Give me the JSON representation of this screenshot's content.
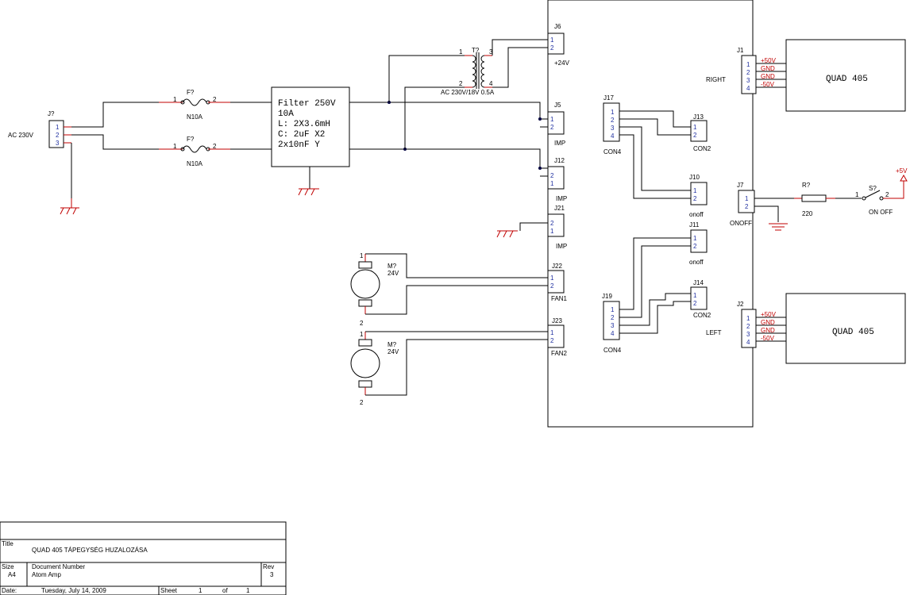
{
  "ac_input": {
    "label": "AC 230V",
    "connector": "J?",
    "pins": [
      "1",
      "2",
      "3"
    ]
  },
  "fuses": [
    {
      "ref": "F?",
      "value": "N10A",
      "pin1": "1",
      "pin2": "2"
    },
    {
      "ref": "F?",
      "value": "N10A",
      "pin1": "1",
      "pin2": "2"
    }
  ],
  "filter": {
    "lines": [
      "Filter 250V",
      "10A",
      "L: 2X3.6mH",
      "C: 2uF X2",
      "2x10nF Y"
    ]
  },
  "transformer": {
    "ref": "T?",
    "value": "AC 230V/18V 0.5A",
    "pins": [
      "1",
      "2",
      "3",
      "4"
    ]
  },
  "connectors": {
    "j6": {
      "ref": "J6",
      "value": "+24V",
      "pins": [
        "1",
        "2"
      ]
    },
    "j5": {
      "ref": "J5",
      "value": "IMP",
      "pins": [
        "1",
        "2"
      ]
    },
    "j12": {
      "ref": "J12",
      "value": "IMP",
      "pins": [
        "2",
        "1"
      ]
    },
    "j21": {
      "ref": "J21",
      "value": "IMP",
      "pins": [
        "2",
        "1"
      ]
    },
    "j22": {
      "ref": "J22",
      "value": "FAN1",
      "pins": [
        "1",
        "2"
      ]
    },
    "j23": {
      "ref": "J23",
      "value": "FAN2",
      "pins": [
        "1",
        "2"
      ]
    },
    "j17": {
      "ref": "J17",
      "value": "CON4",
      "pins": [
        "1",
        "2",
        "3",
        "4"
      ]
    },
    "j13": {
      "ref": "J13",
      "value": "CON2",
      "pins": [
        "1",
        "2"
      ]
    },
    "j10": {
      "ref": "J10",
      "value": "onoff",
      "pins": [
        "1",
        "2"
      ]
    },
    "j11": {
      "ref": "J11",
      "value": "onoff",
      "pins": [
        "1",
        "2"
      ]
    },
    "j14": {
      "ref": "J14",
      "value": "CON2",
      "pins": [
        "1",
        "2"
      ]
    },
    "j19": {
      "ref": "J19",
      "value": "CON4",
      "pins": [
        "1",
        "2",
        "3",
        "4"
      ]
    },
    "j1": {
      "ref": "J1",
      "value": "RIGHT",
      "pins": [
        "1",
        "2",
        "3",
        "4"
      ]
    },
    "j7": {
      "ref": "J7",
      "value": "ONOFF",
      "pins": [
        "1",
        "2"
      ]
    },
    "j2": {
      "ref": "J2",
      "value": "LEFT",
      "pins": [
        "1",
        "2",
        "3",
        "4"
      ]
    }
  },
  "motors": [
    {
      "ref": "M?",
      "value": "24V",
      "pin1": "1",
      "pin2": "2"
    },
    {
      "ref": "M?",
      "value": "24V",
      "pin1": "1",
      "pin2": "2"
    }
  ],
  "amps": [
    {
      "name": "QUAD 405",
      "nets": [
        "+50V",
        "GND",
        "GND",
        "-50V"
      ]
    },
    {
      "name": "QUAD 405",
      "nets": [
        "+50V",
        "GND",
        "GND",
        "-50V"
      ]
    }
  ],
  "resistor": {
    "ref": "R?",
    "value": "220"
  },
  "switch": {
    "ref": "S?",
    "value": "ON OFF",
    "pin1": "1",
    "pin2": "2"
  },
  "supply": {
    "label": "+5V"
  },
  "title_block": {
    "title_label": "Title",
    "title": "QUAD 405 TÁPEGYSÉG HUZALOZÁSA",
    "size_label": "Size",
    "size": "A4",
    "docnum_label": "Document Number",
    "docnum": "Atom Amp",
    "rev_label": "Rev",
    "rev": "3",
    "date_label": "Date:",
    "date": "Tuesday, July 14, 2009",
    "sheet_label": "Sheet",
    "sheet": "1",
    "of_label": "of",
    "of": "1"
  }
}
